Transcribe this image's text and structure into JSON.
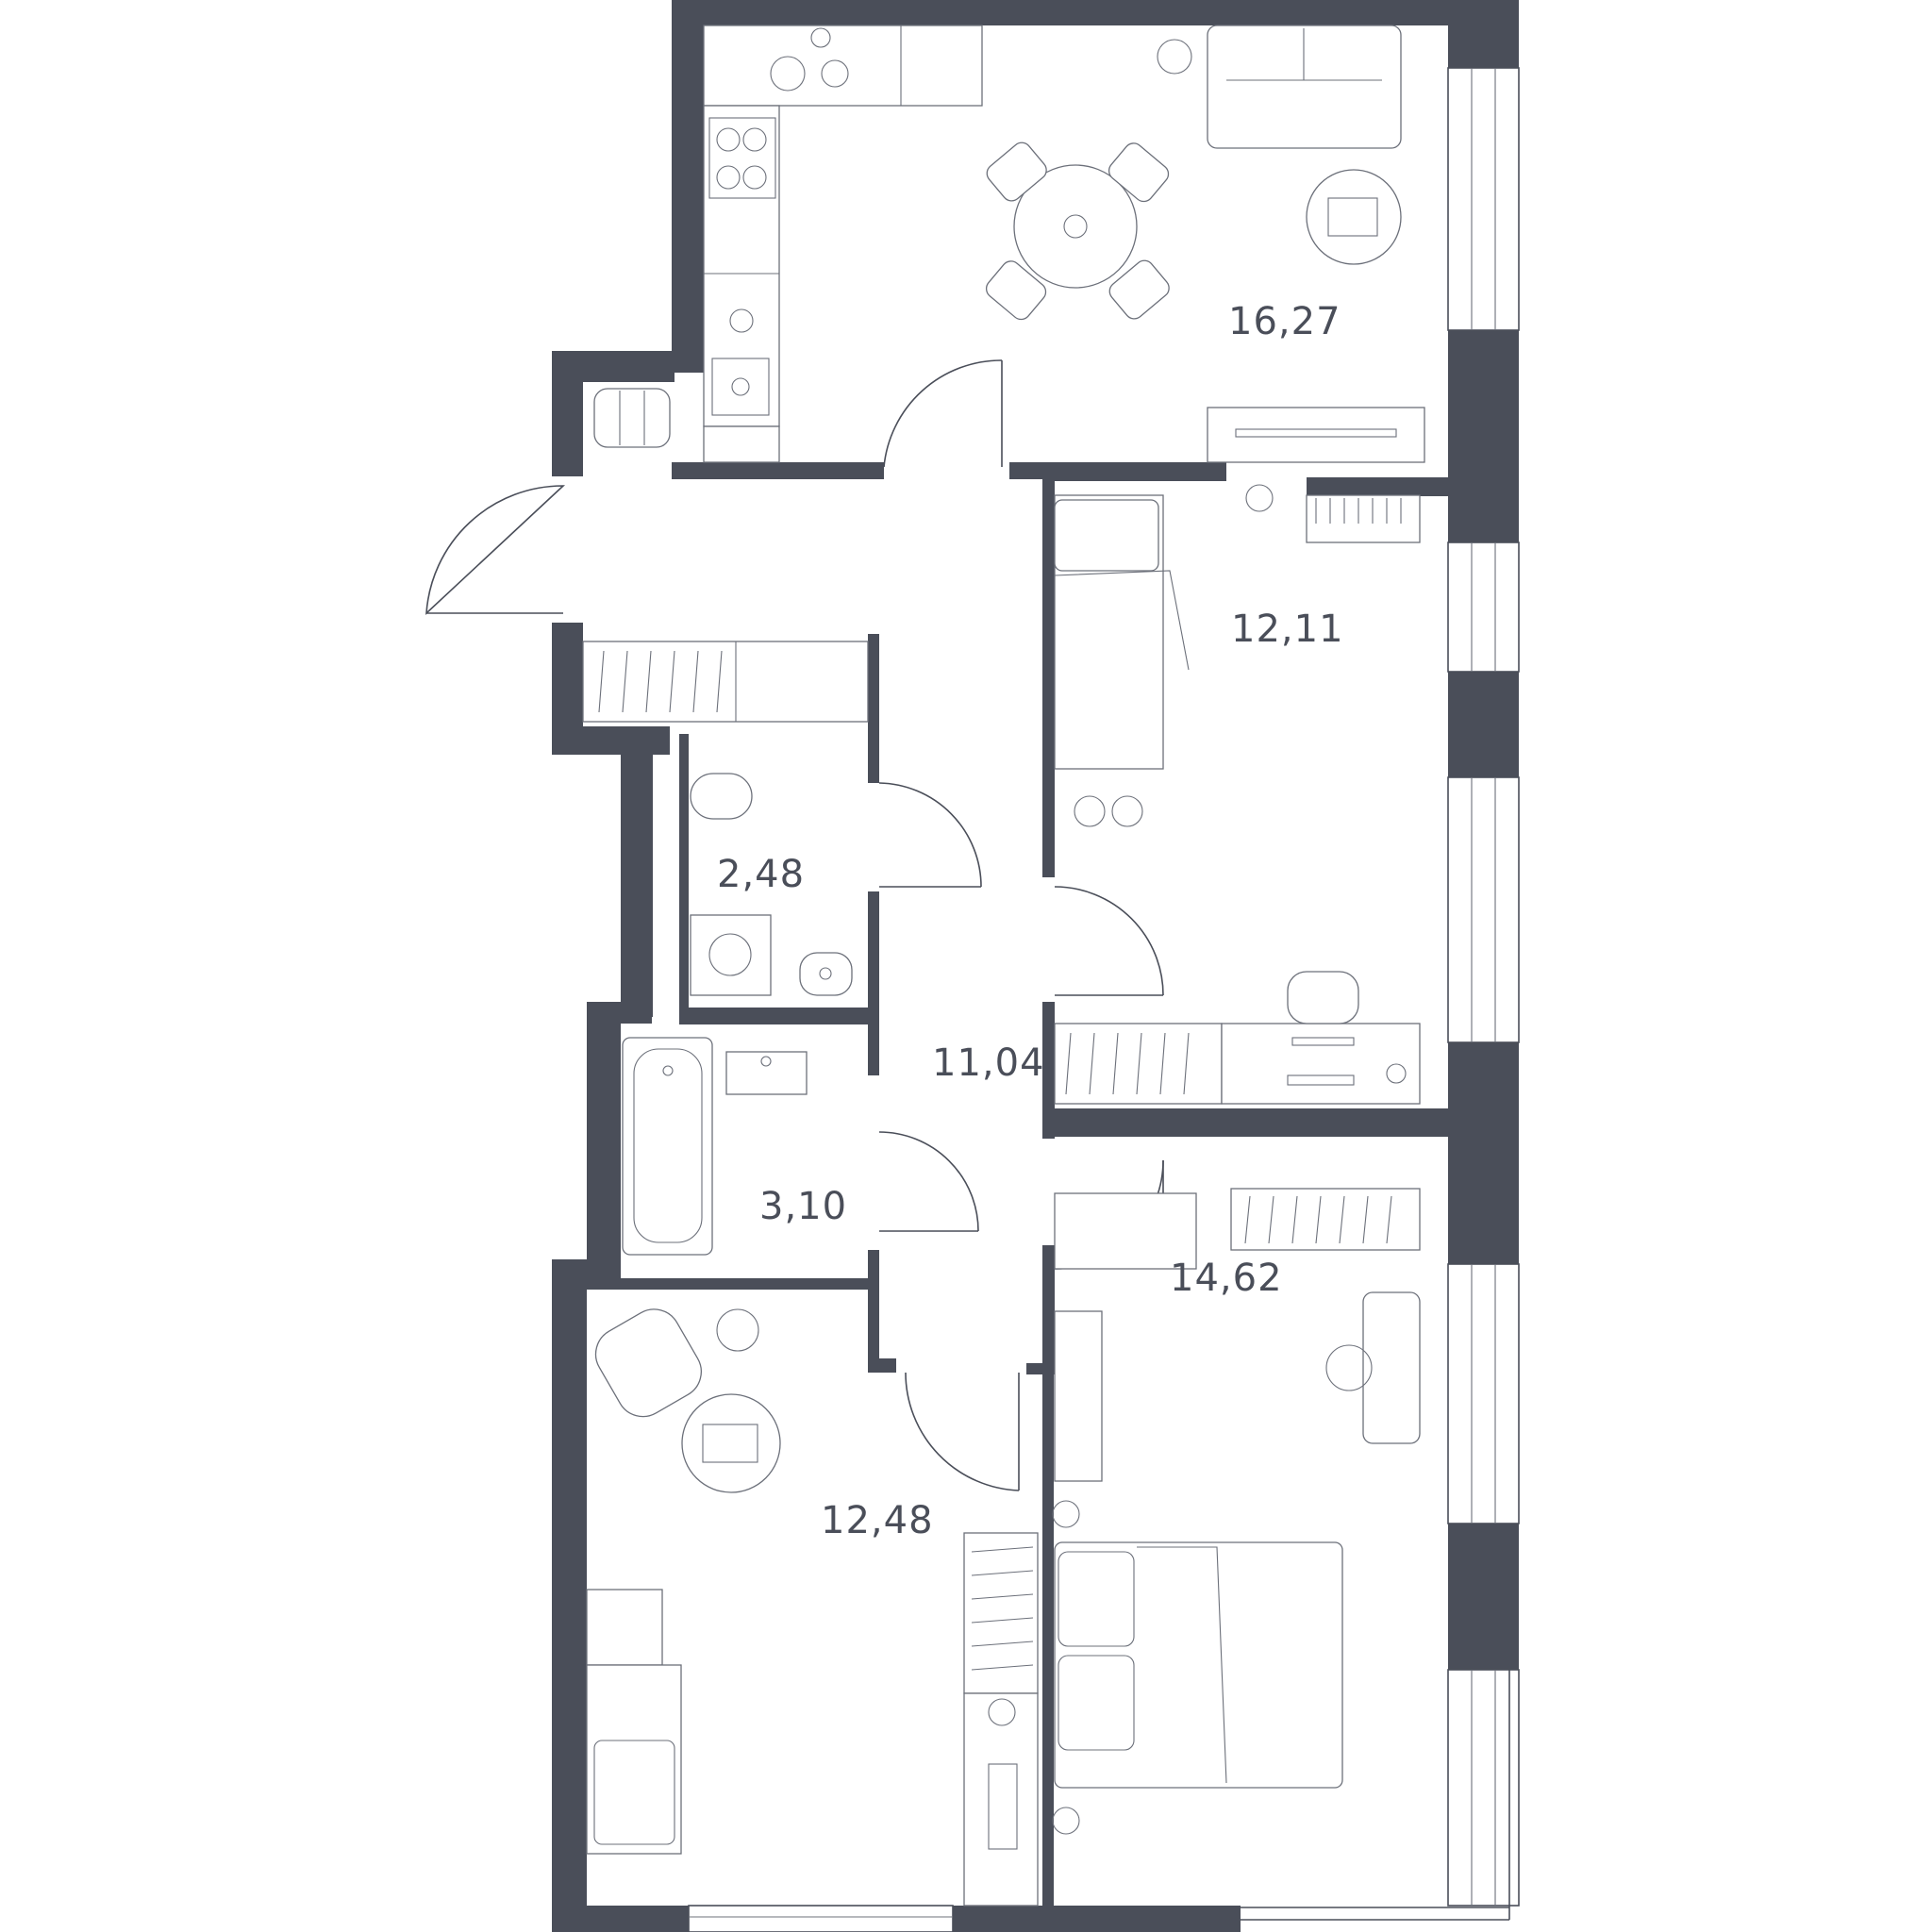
{
  "rooms": [
    {
      "id": "kitchen-living",
      "area": "16,27"
    },
    {
      "id": "bedroom-child",
      "area": "12,11"
    },
    {
      "id": "wc",
      "area": "2,48"
    },
    {
      "id": "hallway",
      "area": "11,04"
    },
    {
      "id": "bathroom",
      "area": "3,10"
    },
    {
      "id": "bedroom-office",
      "area": "12,48"
    },
    {
      "id": "bedroom-master",
      "area": "14,62"
    }
  ],
  "colors": {
    "wall": "#4a4e59",
    "line": "#6c707a",
    "background": "#ffffff"
  }
}
